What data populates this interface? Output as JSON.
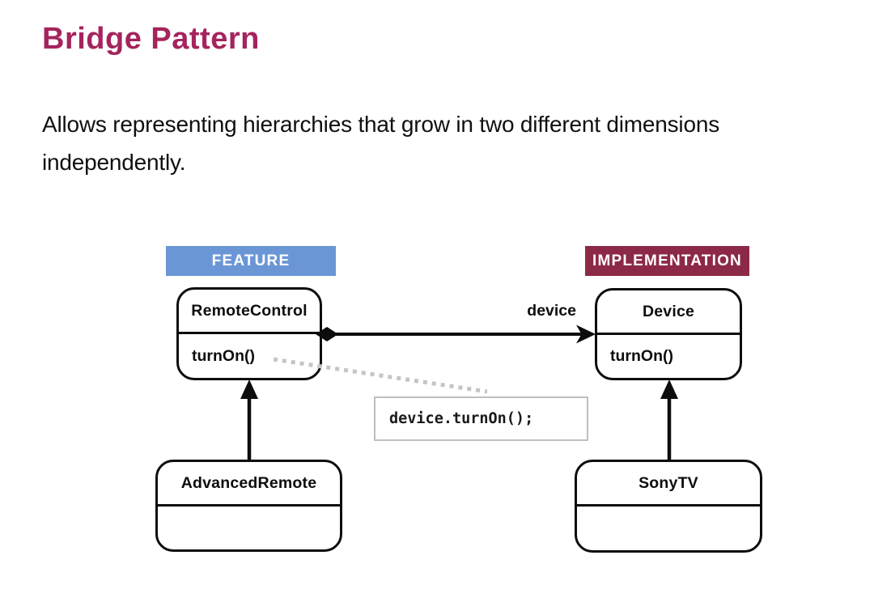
{
  "header": {
    "title": "Bridge Pattern",
    "description": "Allows representing hierarchies that grow in two different dimensions independently."
  },
  "colors": {
    "title-color": "#a5245d",
    "feature-bg": "#6b96d6",
    "implementation-bg": "#8c2946",
    "box-border": "#0d0d0d",
    "dotted-line": "#c5c5c5",
    "code-border": "#bfbfbf",
    "code-text": "#1a1a1a"
  },
  "diagram": {
    "feature_label": "FEATURE",
    "implementation_label": "IMPLEMENTATION",
    "association_label": "device",
    "code_annotation": "device.turnOn();",
    "remote_control": {
      "title": "RemoteControl",
      "method": "turnOn()"
    },
    "device_class": {
      "title": "Device",
      "method": "turnOn()"
    },
    "advanced_remote": {
      "title": "AdvancedRemote",
      "method": ""
    },
    "sony_tv": {
      "title": "SonyTV",
      "method": ""
    }
  }
}
